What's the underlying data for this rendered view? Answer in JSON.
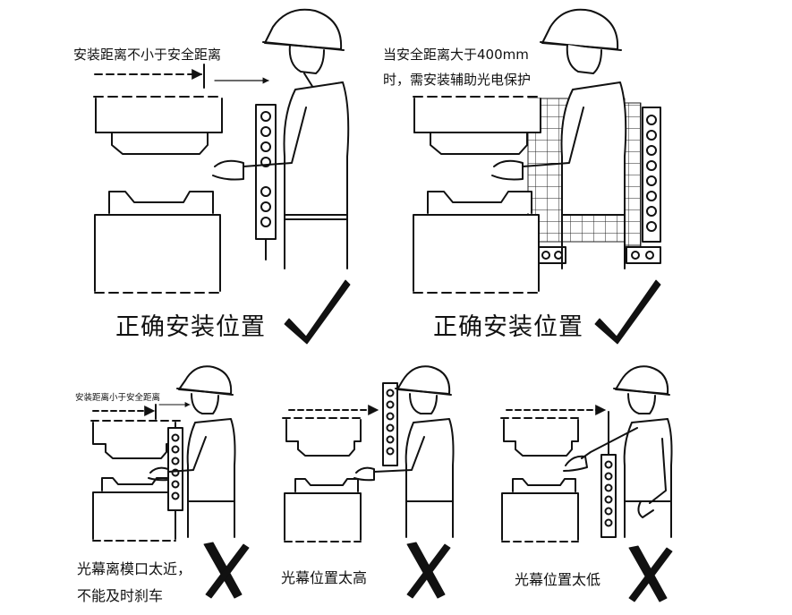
{
  "panels": {
    "top_left": {
      "annotation": "安装距离不小于安全距离",
      "title": "正确安装位置",
      "verdict_icon": "check-mark-icon"
    },
    "top_right": {
      "annotation_line1": "当安全距离大于400mm",
      "annotation_line2": "时，需安装辅助光电保护",
      "title": "正确安装位置",
      "verdict_icon": "check-mark-icon"
    },
    "bottom_left": {
      "annotation": "安装距离小于安全距离",
      "caption_line1": "光幕离模口太近，",
      "caption_line2": "不能及时刹车",
      "verdict_icon": "cross-mark-icon"
    },
    "bottom_middle": {
      "caption": "光幕位置太高",
      "verdict_icon": "cross-mark-icon"
    },
    "bottom_right": {
      "caption": "光幕位置太低",
      "verdict_icon": "cross-mark-icon"
    }
  }
}
